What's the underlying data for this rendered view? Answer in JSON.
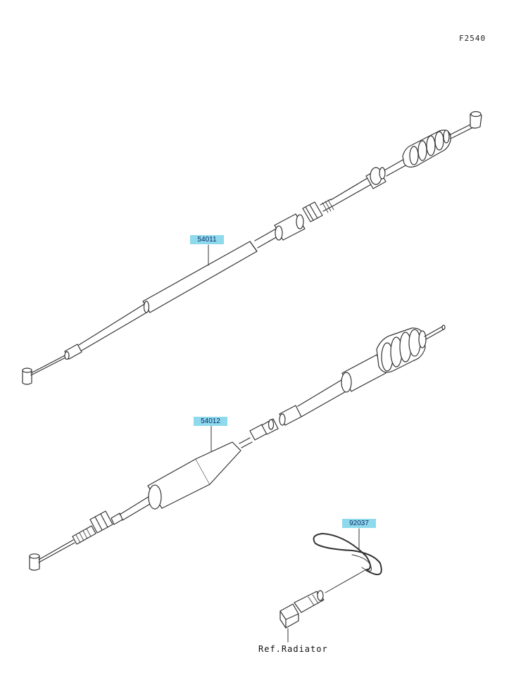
{
  "diagram": {
    "code": "F2540",
    "parts": [
      {
        "number": "54011"
      },
      {
        "number": "54012"
      },
      {
        "number": "92037"
      }
    ],
    "reference": "Ref.Radiator"
  }
}
